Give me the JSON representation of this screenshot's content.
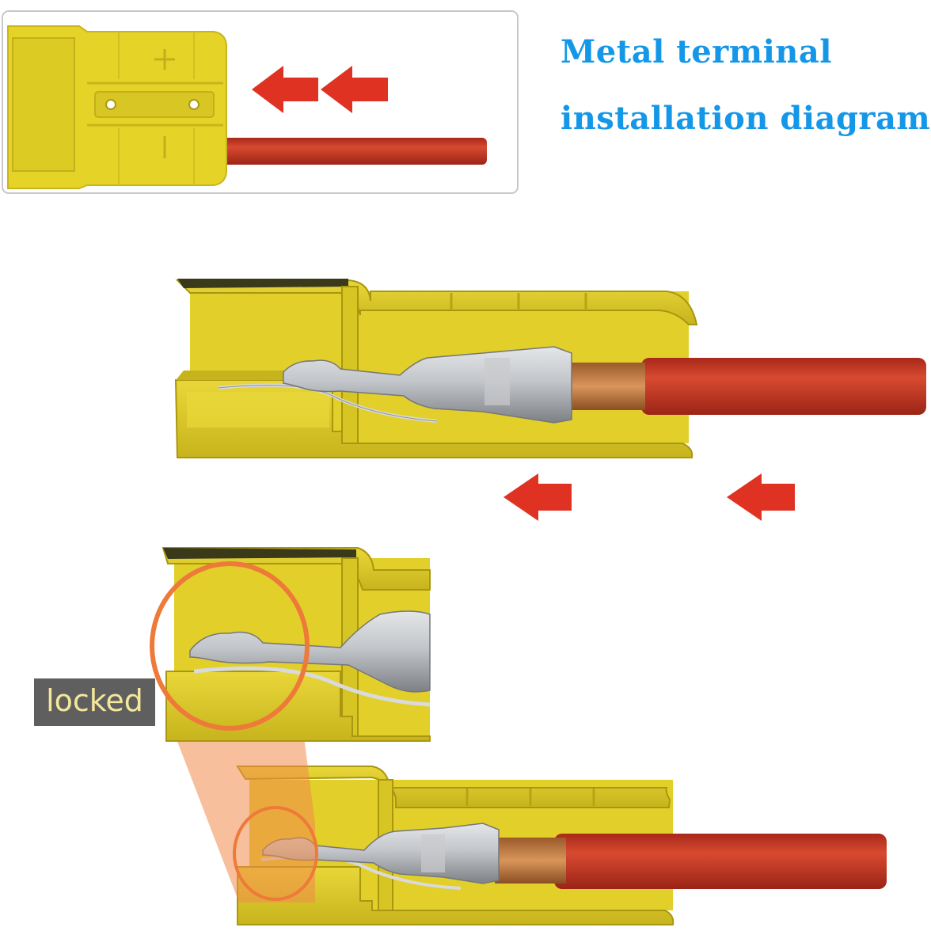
{
  "title": {
    "line1": "Metal terminal",
    "line2": "installation diagram"
  },
  "callout": {
    "label": "locked"
  },
  "colors": {
    "title": "#1597e8",
    "housing": "#e3d02c",
    "housing_dark": "#b8a416",
    "cable": "#c9341e",
    "arrow": "#e03222",
    "highlight": "#ee7a3a",
    "terminal": "#b9bcc0",
    "copper": "#c07a43"
  },
  "icons": [
    "left-arrow-icon",
    "plus-sign-icon",
    "minus-sign-icon"
  ]
}
